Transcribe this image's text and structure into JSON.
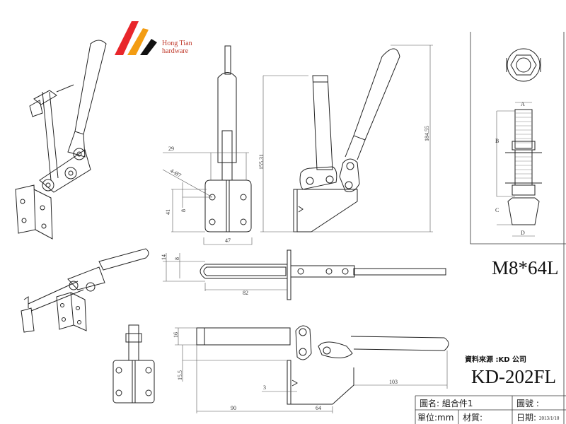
{
  "logo": {
    "line1": "Hong Tian",
    "line2": "hardware",
    "colors": [
      "#e8262b",
      "#f39c12",
      "#111111"
    ]
  },
  "dimensions": {
    "top_view": {
      "width_29": "29",
      "holes": "4-Ø7",
      "offset_8": "8",
      "height_41": "41",
      "width_47": "47"
    },
    "side_view": {
      "height_155": "155.31",
      "height_184": "184.55"
    },
    "plan_view": {
      "h14": "14",
      "h8": "8",
      "len82": "82"
    },
    "front_view": {
      "h16": "16",
      "h15_5": "15.5",
      "t3": "3",
      "len90": "90",
      "len64": "64",
      "len103": "103"
    },
    "spindle": {
      "a": "A",
      "b": "B",
      "c": "C",
      "d": "D"
    }
  },
  "spindle_spec": "M8*64L",
  "source_note": "資料來源 :KD 公司",
  "model": "KD-202FL",
  "title_block": {
    "name_label": "圖名: 組合件1",
    "drawing_no_label": "圖號 :",
    "unit_label": "單位:mm",
    "material_label": "材質:",
    "date_label": "日期:",
    "date_value": "2013/1/10"
  }
}
